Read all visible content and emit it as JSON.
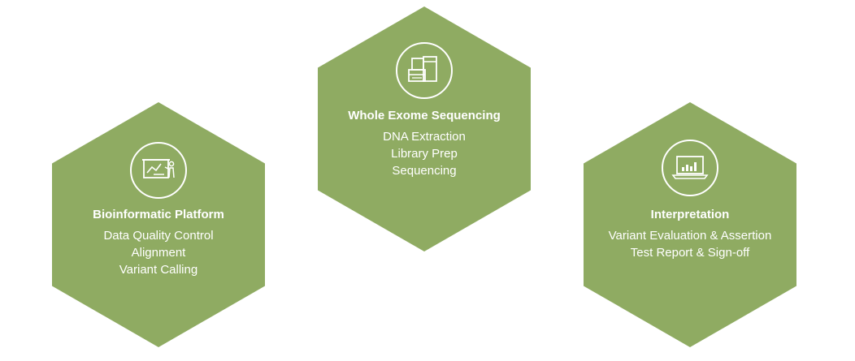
{
  "colors": {
    "hex_fill": "#8fab62",
    "text": "#ffffff"
  },
  "hexagons": [
    {
      "icon": "presentation-board-icon",
      "title": "Bioinformatic Platform",
      "items": [
        "Data Quality Control",
        "Alignment",
        "Variant Calling"
      ]
    },
    {
      "icon": "sequencer-machine-icon",
      "title": "Whole Exome Sequencing",
      "items": [
        "DNA Extraction",
        "Library Prep",
        "Sequencing"
      ]
    },
    {
      "icon": "laptop-chart-icon",
      "title": "Interpretation",
      "items": [
        "Variant Evaluation & Assertion",
        "Test Report & Sign-off"
      ]
    }
  ]
}
